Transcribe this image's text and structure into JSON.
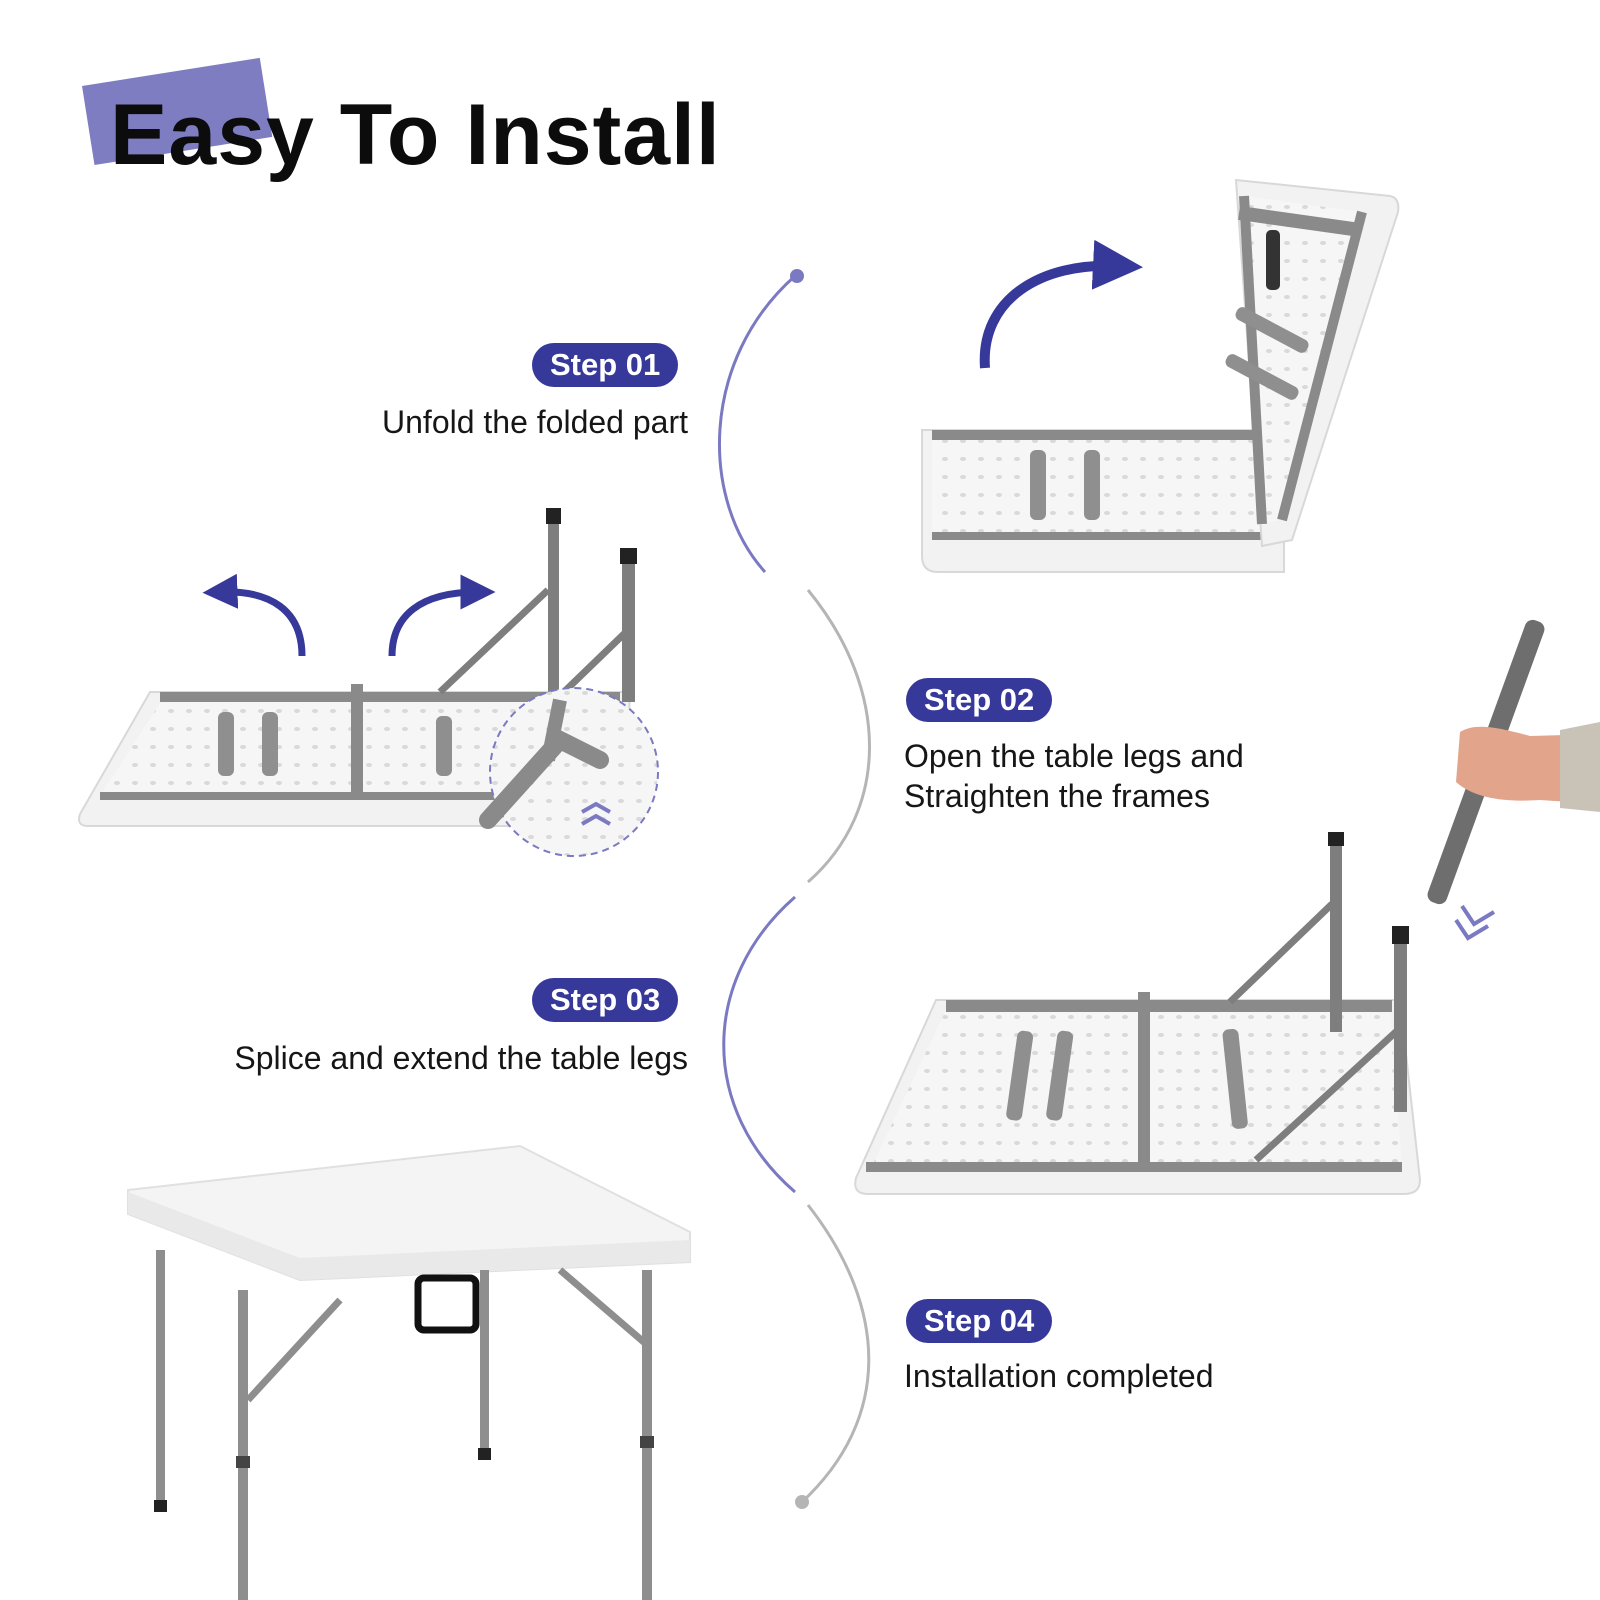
{
  "title": "Easy To Install",
  "colors": {
    "accent": "#37399a",
    "title_highlight": "#7e7dc1",
    "timeline_purple": "#7a79c2",
    "timeline_gray": "#b5b5b5",
    "frame_gray": "#8a8a8a",
    "tabletop_white": "#f4f4f4"
  },
  "steps": [
    {
      "badge": "Step 01",
      "text": [
        "Unfold the folded part"
      ]
    },
    {
      "badge": "Step 02",
      "text": [
        "Open the table legs and",
        "Straighten the frames"
      ]
    },
    {
      "badge": "Step 03",
      "text": [
        "Splice and extend the table legs"
      ]
    },
    {
      "badge": "Step 04",
      "text": [
        "Installation completed"
      ]
    }
  ],
  "illustrations": [
    {
      "name": "table-folded-open",
      "icon": "curved-arrow-icon"
    },
    {
      "name": "table-legs-folded",
      "icon": "double-curved-arrows-icon"
    },
    {
      "name": "table-legs-extending",
      "icon": "hand-holding-leg"
    },
    {
      "name": "table-assembled",
      "icon": "square-folding-table"
    }
  ]
}
